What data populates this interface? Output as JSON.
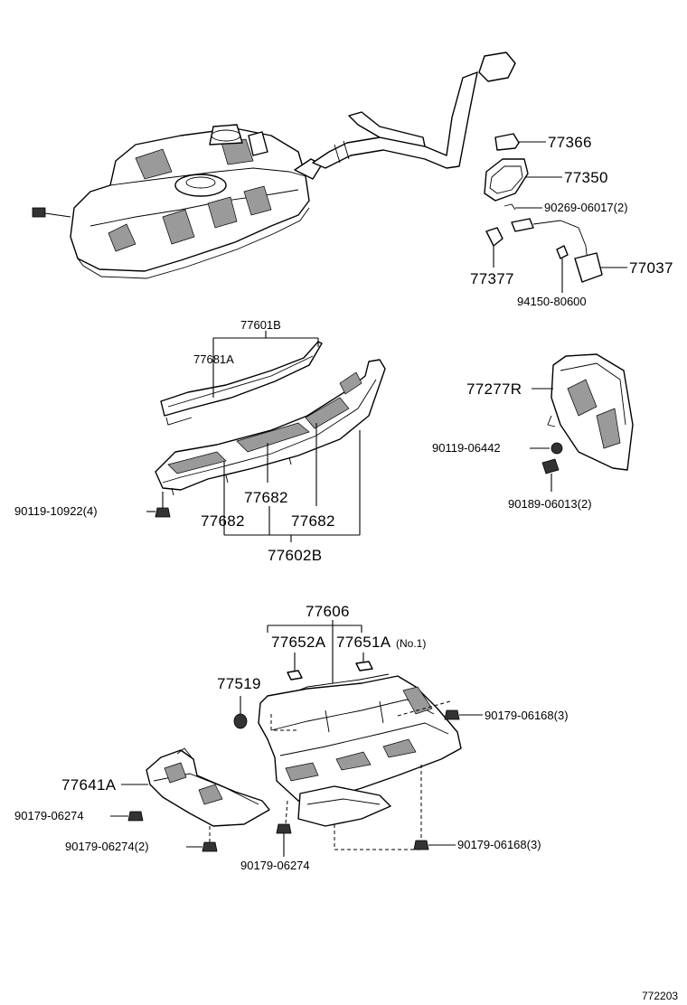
{
  "labels": {
    "p77366": "77366",
    "p77350": "77350",
    "p90269": "90269-06017(2)",
    "p77377": "77377",
    "p77037": "77037",
    "p94150": "94150-80600",
    "p77601B": "77601B",
    "p77681A": "77681A",
    "p77277R": "77277R",
    "p90119_06442": "90119-06442",
    "p90189": "90189-06013(2)",
    "p90119_10922": "90119-10922(4)",
    "p77682_center": "77682",
    "p77682_left": "77682",
    "p77682_right": "77682",
    "p77602B": "77602B",
    "p77606": "77606",
    "p77652A": "77652A",
    "p77651A": "77651A",
    "p77651A_note": "(No.1)",
    "p77519": "77519",
    "p90179_06168_top": "90179-06168(3)",
    "p77641A": "77641A",
    "p90179_06274_a": "90179-06274",
    "p90179_06274_b": "90179-06274(2)",
    "p90179_06274_c": "90179-06274",
    "p90179_06168_bottom": "90179-06168(3)",
    "figure_number": "772203"
  }
}
